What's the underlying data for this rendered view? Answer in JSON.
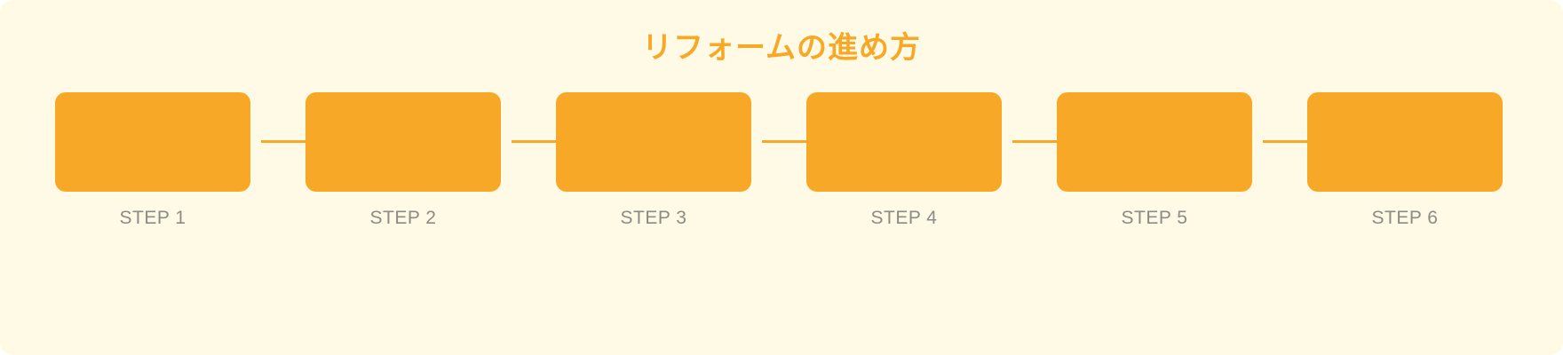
{
  "title": "リフォームの進め方",
  "steps": [
    {
      "label": "STEP 1"
    },
    {
      "label": "STEP 2"
    },
    {
      "label": "STEP 3"
    },
    {
      "label": "STEP 4"
    },
    {
      "label": "STEP 5"
    },
    {
      "label": "STEP 6"
    }
  ],
  "colors": {
    "background": "#fefae6",
    "accent": "#f8a827",
    "label_text": "#8c8c84"
  }
}
